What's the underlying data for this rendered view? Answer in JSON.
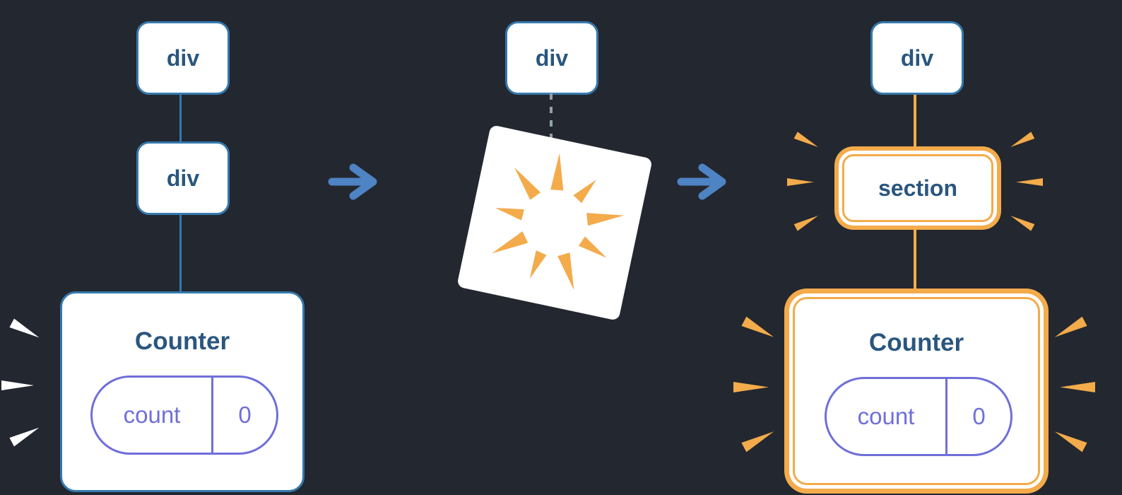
{
  "colors": {
    "background": "#23272f",
    "node_border_blue": "#3579ae",
    "node_text_blue": "#2a567f",
    "state_purple": "#6f6fd9",
    "highlight_orange": "#f3ab4b",
    "arrow_blue": "#4e83c4",
    "dashed_gray": "#93a0ad",
    "spark_white": "#ffffff"
  },
  "icons": {
    "arrow_right": "→",
    "spark": "tapered-dash",
    "poof": "radial-burst"
  },
  "left_tree": {
    "nodes": [
      {
        "label": "div"
      },
      {
        "label": "div"
      }
    ],
    "counter": {
      "title": "Counter",
      "state_key": "count",
      "state_value": "0"
    }
  },
  "middle": {
    "node": {
      "label": "div"
    }
  },
  "right_tree": {
    "node": {
      "label": "div"
    },
    "section": {
      "label": "section"
    },
    "counter": {
      "title": "Counter",
      "state_key": "count",
      "state_value": "0"
    }
  }
}
